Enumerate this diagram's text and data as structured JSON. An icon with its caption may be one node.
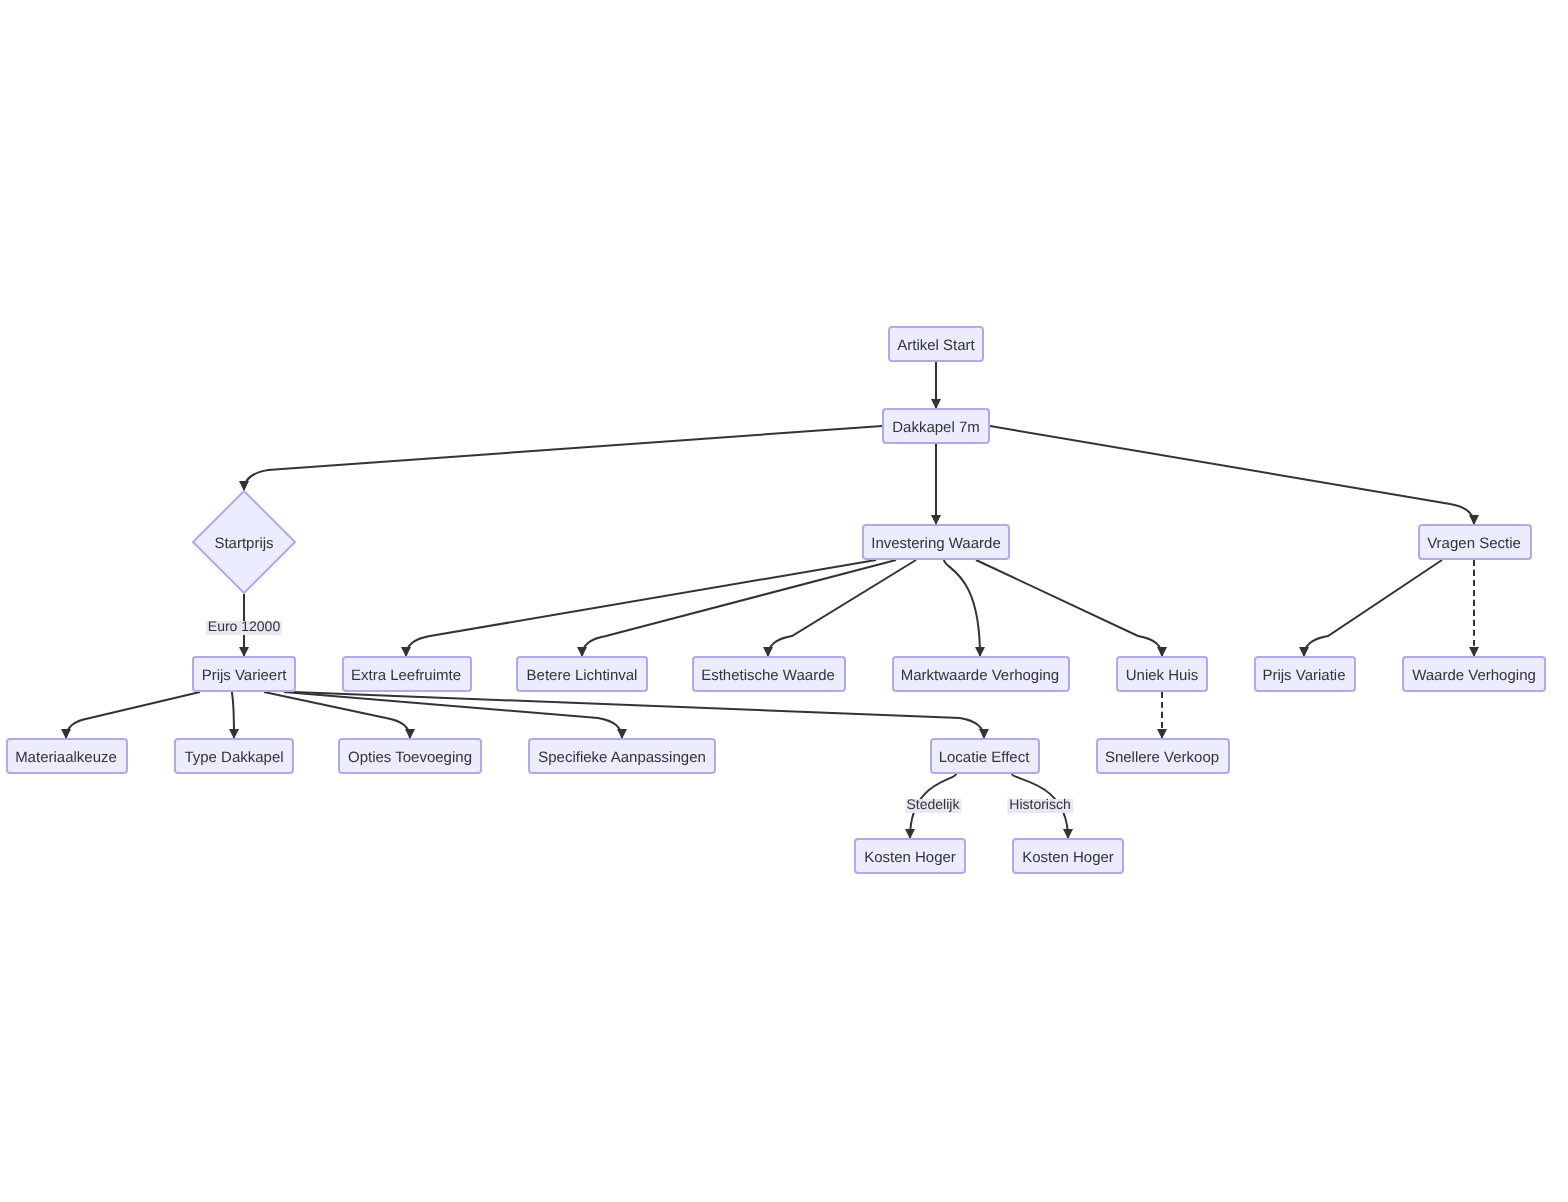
{
  "diagram": {
    "nodes": [
      {
        "text": [
          "Artikel Start"
        ]
      },
      {
        "text": [
          "Dakkapel 7m"
        ]
      },
      {
        "text": [
          "Startprijs"
        ]
      },
      {
        "text": [
          "Investering Waarde"
        ]
      },
      {
        "text": [
          "Vragen Sectie"
        ]
      },
      {
        "text": [
          "Prijs Varieert"
        ]
      },
      {
        "text": [
          "Extra Leefruimte"
        ]
      },
      {
        "text": [
          "Betere Lichtinval"
        ]
      },
      {
        "text": [
          "Esthetische Waarde"
        ]
      },
      {
        "text": [
          "Marktwaarde Verhoging"
        ]
      },
      {
        "text": [
          "Uniek Huis"
        ]
      },
      {
        "text": [
          "Prijs Variatie"
        ]
      },
      {
        "text": [
          "Waarde Verhoging"
        ]
      },
      {
        "text": [
          "Materiaalkeuze"
        ]
      },
      {
        "text": [
          "Type Dakkapel"
        ]
      },
      {
        "text": [
          "Opties Toevoeging"
        ]
      },
      {
        "text": [
          "Specifieke Aanpassingen"
        ]
      },
      {
        "text": [
          "Locatie Effect"
        ]
      },
      {
        "text": [
          "Snellere Verkoop"
        ]
      },
      {
        "text": [
          "Kosten Hoger"
        ]
      },
      {
        "text": [
          "Kosten Hoger"
        ]
      }
    ],
    "edges": [
      {
        "from": 0,
        "to": 1,
        "arrow": "to"
      },
      {
        "from": 1,
        "to": 2,
        "arrow": "to"
      },
      {
        "from": 1,
        "to": 3,
        "arrow": "to"
      },
      {
        "from": 1,
        "to": 4,
        "arrow": "to"
      },
      {
        "from": 2,
        "to": 5,
        "arrow": "to",
        "label": "Euro 12000"
      },
      {
        "from": 3,
        "to": 6,
        "arrow": "to"
      },
      {
        "from": 3,
        "to": 7,
        "arrow": "to"
      },
      {
        "from": 3,
        "to": 8,
        "arrow": "to"
      },
      {
        "from": 3,
        "to": 9,
        "arrow": "to"
      },
      {
        "from": 3,
        "to": 10,
        "arrow": "to"
      },
      {
        "from": 4,
        "to": 11,
        "arrow": "to"
      },
      {
        "from": 4,
        "to": 12,
        "arrow": "to",
        "style": "dashed"
      },
      {
        "from": 5,
        "to": 13,
        "arrow": "to"
      },
      {
        "from": 5,
        "to": 14,
        "arrow": "to"
      },
      {
        "from": 5,
        "to": 15,
        "arrow": "to"
      },
      {
        "from": 5,
        "to": 16,
        "arrow": "to"
      },
      {
        "from": 5,
        "to": 17,
        "arrow": "to"
      },
      {
        "from": 10,
        "to": 18,
        "arrow": "to",
        "style": "dashed"
      },
      {
        "from": 17,
        "to": 19,
        "arrow": "to",
        "label": "Stedelijk"
      },
      {
        "from": 17,
        "to": 20,
        "arrow": "to",
        "label": "Historisch"
      }
    ]
  }
}
